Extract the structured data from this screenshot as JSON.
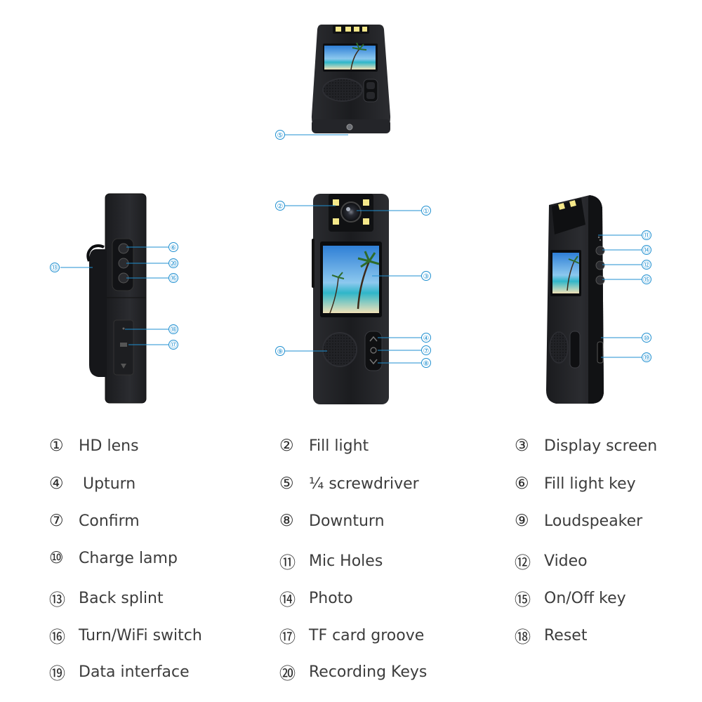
{
  "callouts": [
    {
      "id": "c1",
      "num": "①"
    },
    {
      "id": "c2",
      "num": "②"
    },
    {
      "id": "c3",
      "num": "③"
    },
    {
      "id": "c4",
      "num": "④"
    },
    {
      "id": "c5",
      "num": "⑤"
    },
    {
      "id": "c6",
      "num": "⑥"
    },
    {
      "id": "c7",
      "num": "⑦"
    },
    {
      "id": "c8",
      "num": "⑧"
    },
    {
      "id": "c9",
      "num": "⑨"
    },
    {
      "id": "c10",
      "num": "⑩"
    },
    {
      "id": "c11",
      "num": "⑪"
    },
    {
      "id": "c12",
      "num": "⑫"
    },
    {
      "id": "c13",
      "num": "⑬"
    },
    {
      "id": "c14",
      "num": "⑭"
    },
    {
      "id": "c15",
      "num": "⑮"
    },
    {
      "id": "c16",
      "num": "⑯"
    },
    {
      "id": "c17",
      "num": "⑰"
    },
    {
      "id": "c18",
      "num": "⑱"
    },
    {
      "id": "c19",
      "num": "⑲"
    },
    {
      "id": "c20",
      "num": "⑳"
    }
  ],
  "legend": [
    {
      "num": "①",
      "label": "HD lens"
    },
    {
      "num": "②",
      "label": "Fill light"
    },
    {
      "num": "③",
      "label": "Display screen"
    },
    {
      "num": "④",
      "label": "Upturn"
    },
    {
      "num": "⑤",
      "label": "¼ screwdriver"
    },
    {
      "num": "⑥",
      "label": "Fill light key"
    },
    {
      "num": "⑦",
      "label": "Confirm"
    },
    {
      "num": "⑧",
      "label": "Downturn"
    },
    {
      "num": "⑨",
      "label": "Loudspeaker"
    },
    {
      "num": "⑩",
      "label": "Charge lamp"
    },
    {
      "num": "⑪",
      "label": "Mic Holes"
    },
    {
      "num": "⑫",
      "label": "Video"
    },
    {
      "num": "⑬",
      "label": "Back splint"
    },
    {
      "num": "⑭",
      "label": "Photo"
    },
    {
      "num": "⑮",
      "label": "On/Off key"
    },
    {
      "num": "⑯",
      "label": "Turn/WiFi switch"
    },
    {
      "num": "⑰",
      "label": "TF card groove"
    },
    {
      "num": "⑱",
      "label": "Reset"
    },
    {
      "num": "⑲",
      "label": "Data interface"
    },
    {
      "num": "⑳",
      "label": "Recording Keys"
    }
  ],
  "colors": {
    "callout": "#1f8fd0",
    "body": "#1e1f22",
    "text": "#3c3c3c"
  }
}
